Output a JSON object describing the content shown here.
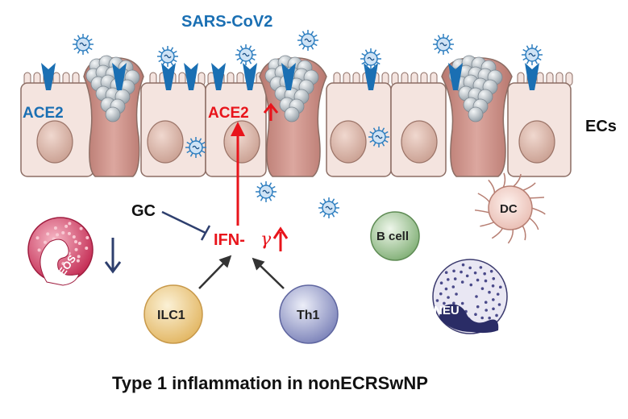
{
  "virus_label": "SARS-CoV2",
  "receptor_label": "ACE2",
  "receptor_label_up": "ACE2",
  "epithelium_label": "ECs",
  "gc_label": "GC",
  "ifn_label": "IFN-",
  "ifn_symbol": "γ",
  "eos_label": "EOS",
  "bcell_label": "B cell",
  "dc_label": "DC",
  "ilc1_label": "ILC1",
  "th1_label": "Th1",
  "neu_label": "NEU",
  "footer_title": "Type 1 inflammation in nonECRSwNP",
  "colors": {
    "red": "#e8141b",
    "blue": "#1a6fb3",
    "navy": "#2e3f6e",
    "cell_fill": "#f4e4df",
    "cell_stroke": "#8c6d64",
    "goblet": "#c98a82",
    "nucleus": "#d9b3a5",
    "virus": "#2f7fc0"
  },
  "icons": [
    "virus-icon",
    "receptor-icon",
    "inhibit-arrow-icon",
    "up-arrow-icon",
    "down-arrow-icon"
  ]
}
